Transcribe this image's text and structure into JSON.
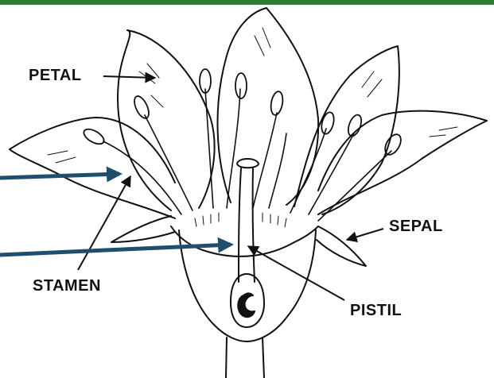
{
  "colors": {
    "top_bar": "#2e7d32",
    "ink": "#111111",
    "pointer_arrow": "#1f4e6e",
    "background": "#ffffff"
  },
  "labels": {
    "petal": "PETAL",
    "sepal": "SEPAL",
    "stamen": "STAMEN",
    "pistil": "PISTIL"
  },
  "icons": {
    "pointer_arrows": "pointer-arrow-icon"
  }
}
